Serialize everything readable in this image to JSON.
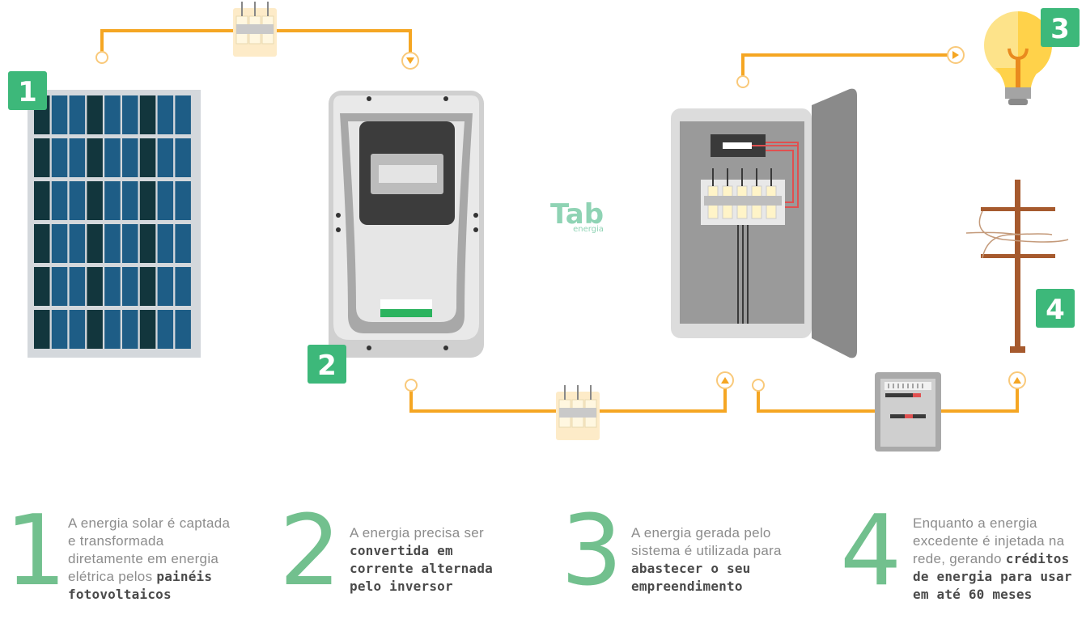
{
  "badges": [
    "1",
    "2",
    "3",
    "4"
  ],
  "logo": {
    "main": "Tab",
    "sub": "energia"
  },
  "colors": {
    "accent_green": "#3db87a",
    "wire_orange": "#f5a623",
    "step_number": "#72c08e",
    "text_gray": "#8c8c8c",
    "text_bold": "#4a4a4a"
  },
  "steps": [
    {
      "number": "1",
      "text_lines": [
        "A energia solar é captada",
        "e transformada",
        "diretamente em energia",
        "elétrica pelos "
      ],
      "bold_lines": [
        "painéis",
        "fotovoltaicos"
      ]
    },
    {
      "number": "2",
      "text_lines": [
        "A energia precisa ser"
      ],
      "bold_lines": [
        "convertida em",
        "corrente alternada",
        "pelo inversor"
      ]
    },
    {
      "number": "3",
      "text_lines": [
        "A energia gerada pelo",
        "sistema é utilizada para"
      ],
      "bold_lines": [
        "abastecer o seu",
        "empreendimento"
      ]
    },
    {
      "number": "4",
      "text_lines": [
        "Enquanto a energia",
        "excedente é injetada na",
        "rede, gerando "
      ],
      "bold_lines": [
        "créditos",
        "de energia para usar",
        "em até 60 meses"
      ]
    }
  ]
}
